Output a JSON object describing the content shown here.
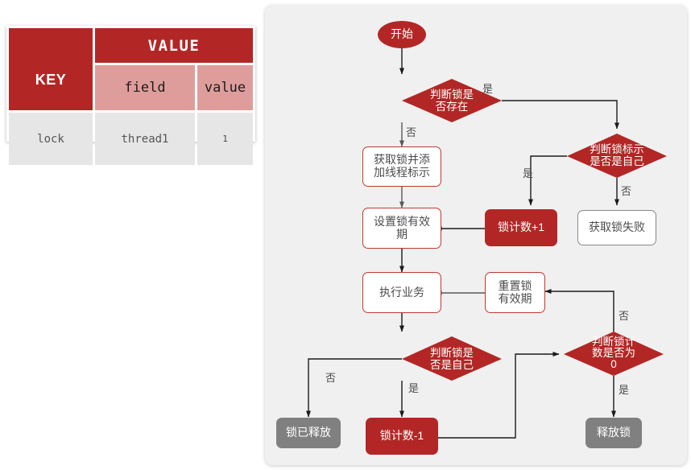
{
  "table": {
    "key_header": "KEY",
    "value_header": "VALUE",
    "field_header": "field",
    "value_sub_header": "value",
    "rows": [
      {
        "key": "lock",
        "field": "thread1",
        "value": "1"
      }
    ],
    "colors": {
      "header_bg": "#B22725",
      "subheader_bg": "#DE9D9B",
      "body_bg": "#E6E6E6"
    }
  },
  "flow": {
    "panel_bg": "#F0F0F0",
    "accent": "#B22725",
    "grey": "#808080",
    "nodes": {
      "start": "开始",
      "decide_lock_exists": "判断锁是\n否存在",
      "acquire_lock": "获取锁并添\n加线程标示",
      "decide_is_self": "判断锁标示\n是否是自己",
      "counter_inc": "锁计数+1",
      "acquire_fail": "获取锁失败",
      "set_expire": "设置锁有效\n期",
      "do_business": "执行业务",
      "reset_expire": "重置锁\n有效期",
      "decide_is_self_2": "判断锁是\n否是自己",
      "decide_counter_zero": "判断锁计\n数是否为\n0",
      "lock_released": "锁已释放",
      "counter_dec": "锁计数-1",
      "release_lock": "释放锁"
    },
    "edges": {
      "yes": "是",
      "no": "否"
    }
  }
}
